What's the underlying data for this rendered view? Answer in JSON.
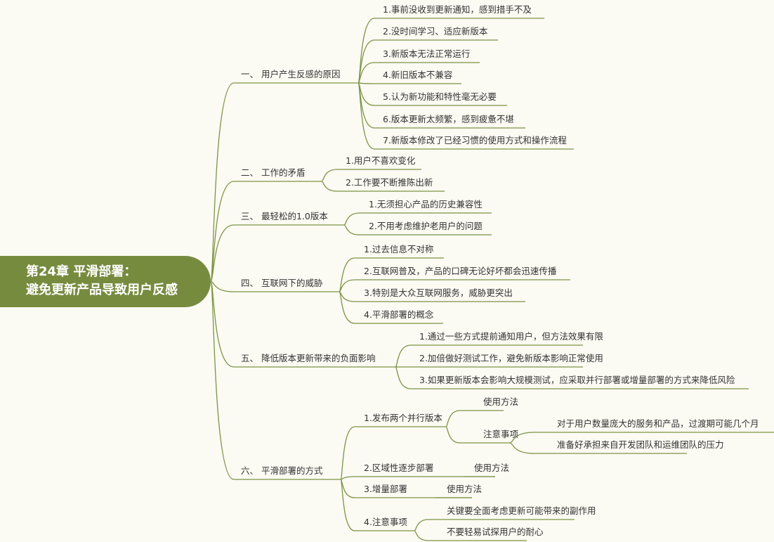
{
  "root": {
    "line1": "第24章 平滑部署：",
    "line2": "避免更新产品导致用户反感"
  },
  "colors": {
    "branch": "#7d9446",
    "root_fill": "#778b3f",
    "background": "#fbfaf3"
  },
  "branches": [
    {
      "label": "一、 用户产生反感的原因",
      "children": [
        "1.事前没收到更新通知，感到措手不及",
        "2.没时间学习、适应新版本",
        "3.新版本无法正常运行",
        "4.新旧版本不兼容",
        "5.认为新功能和特性毫无必要",
        "6.版本更新太频繁，感到疲惫不堪",
        "7.新版本修改了已经习惯的使用方式和操作流程"
      ]
    },
    {
      "label": "二、 工作的矛盾",
      "children": [
        "1.用户不喜欢变化",
        "2.工作要不断推陈出新"
      ]
    },
    {
      "label": "三、 最轻松的1.0版本",
      "children": [
        "1.无须担心产品的历史兼容性",
        "2.不用考虑维护老用户的问题"
      ]
    },
    {
      "label": "四、 互联网下的威胁",
      "children": [
        "1.过去信息不对称",
        "2.互联网普及，产品的口碑无论好坏都会迅速传播",
        "3.特别是大众互联网服务，威胁更突出",
        "4.平滑部署的概念"
      ]
    },
    {
      "label": "五、 降低版本更新带来的负面影响",
      "children": [
        "1.通过一些方式提前通知用户，但方法效果有限",
        "2.加倍做好测试工作，避免新版本影响正常使用",
        "3.如果更新版本会影响大规模测试，应采取并行部署或增量部署的方式来降低风险"
      ]
    },
    {
      "label": "六、 平滑部署的方式",
      "children": [
        {
          "label": "1.发布两个并行版本",
          "children": [
            {
              "label": "使用方法"
            },
            {
              "label": "注意事项",
              "children": [
                "对于用户数量庞大的服务和产品，过渡期可能几个月",
                "准备好承担来自开发团队和运维团队的压力"
              ]
            }
          ]
        },
        {
          "label": "2.区域性逐步部署",
          "children": [
            {
              "label": "使用方法"
            }
          ]
        },
        {
          "label": "3.增量部署",
          "children": [
            {
              "label": "使用方法"
            }
          ]
        },
        {
          "label": "4.注意事项",
          "children": [
            "关键要全面考虑更新可能带来的副作用",
            "不要轻易试探用户的耐心"
          ]
        }
      ]
    }
  ]
}
